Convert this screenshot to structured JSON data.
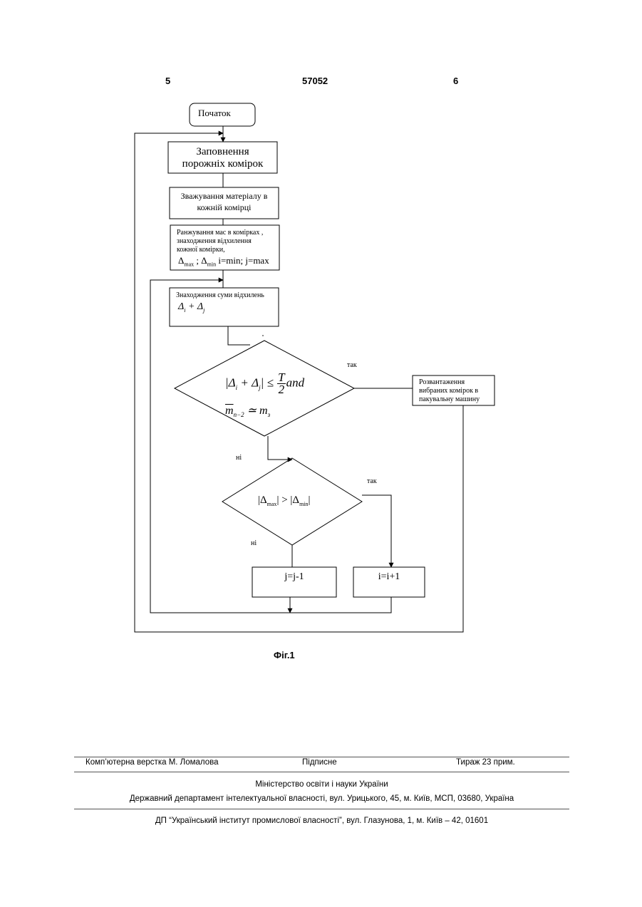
{
  "header": {
    "page_left": "5",
    "patent_number": "57052",
    "page_right": "6"
  },
  "flowchart": {
    "start": "Початок",
    "fill_line1": "Заповнення",
    "fill_line2": "порожніх комірок",
    "weigh_line1": "Зважування матеріалу в",
    "weigh_line2": "кожній комірці",
    "rank_line1": "Ранжування мас в комірках ,",
    "rank_line2": "знаходження  відхилення",
    "rank_line3": "кожної комірки,",
    "rank_indices": "i=min; j=max",
    "sum_label": "Знаходження суми  відхилень",
    "condition1_tail": "and",
    "unload_line1": "Розвантаження",
    "unload_line2": "вибраних комірок в",
    "unload_line3": "пакувальну  машину",
    "yes1": "так",
    "no1": "ні",
    "yes2": "так",
    "no2": "ні",
    "dec_j": "j=j-1",
    "inc_i": "i=i+1"
  },
  "figure_caption": "Фіг.1",
  "footer": {
    "typesetting": "Комп’ютерна верстка М. Ломалова",
    "signed": "Підписне",
    "circulation": "Тираж 23 прим.",
    "ministry": "Міністерство освіти і науки України",
    "department": "Державний департамент інтелектуальної власності, вул. Урицького, 45, м. Київ, МСП, 03680, Україна",
    "institute": "ДП “Український інститут промислової власності”, вул. Глазунова, 1, м. Київ – 42, 01601"
  }
}
